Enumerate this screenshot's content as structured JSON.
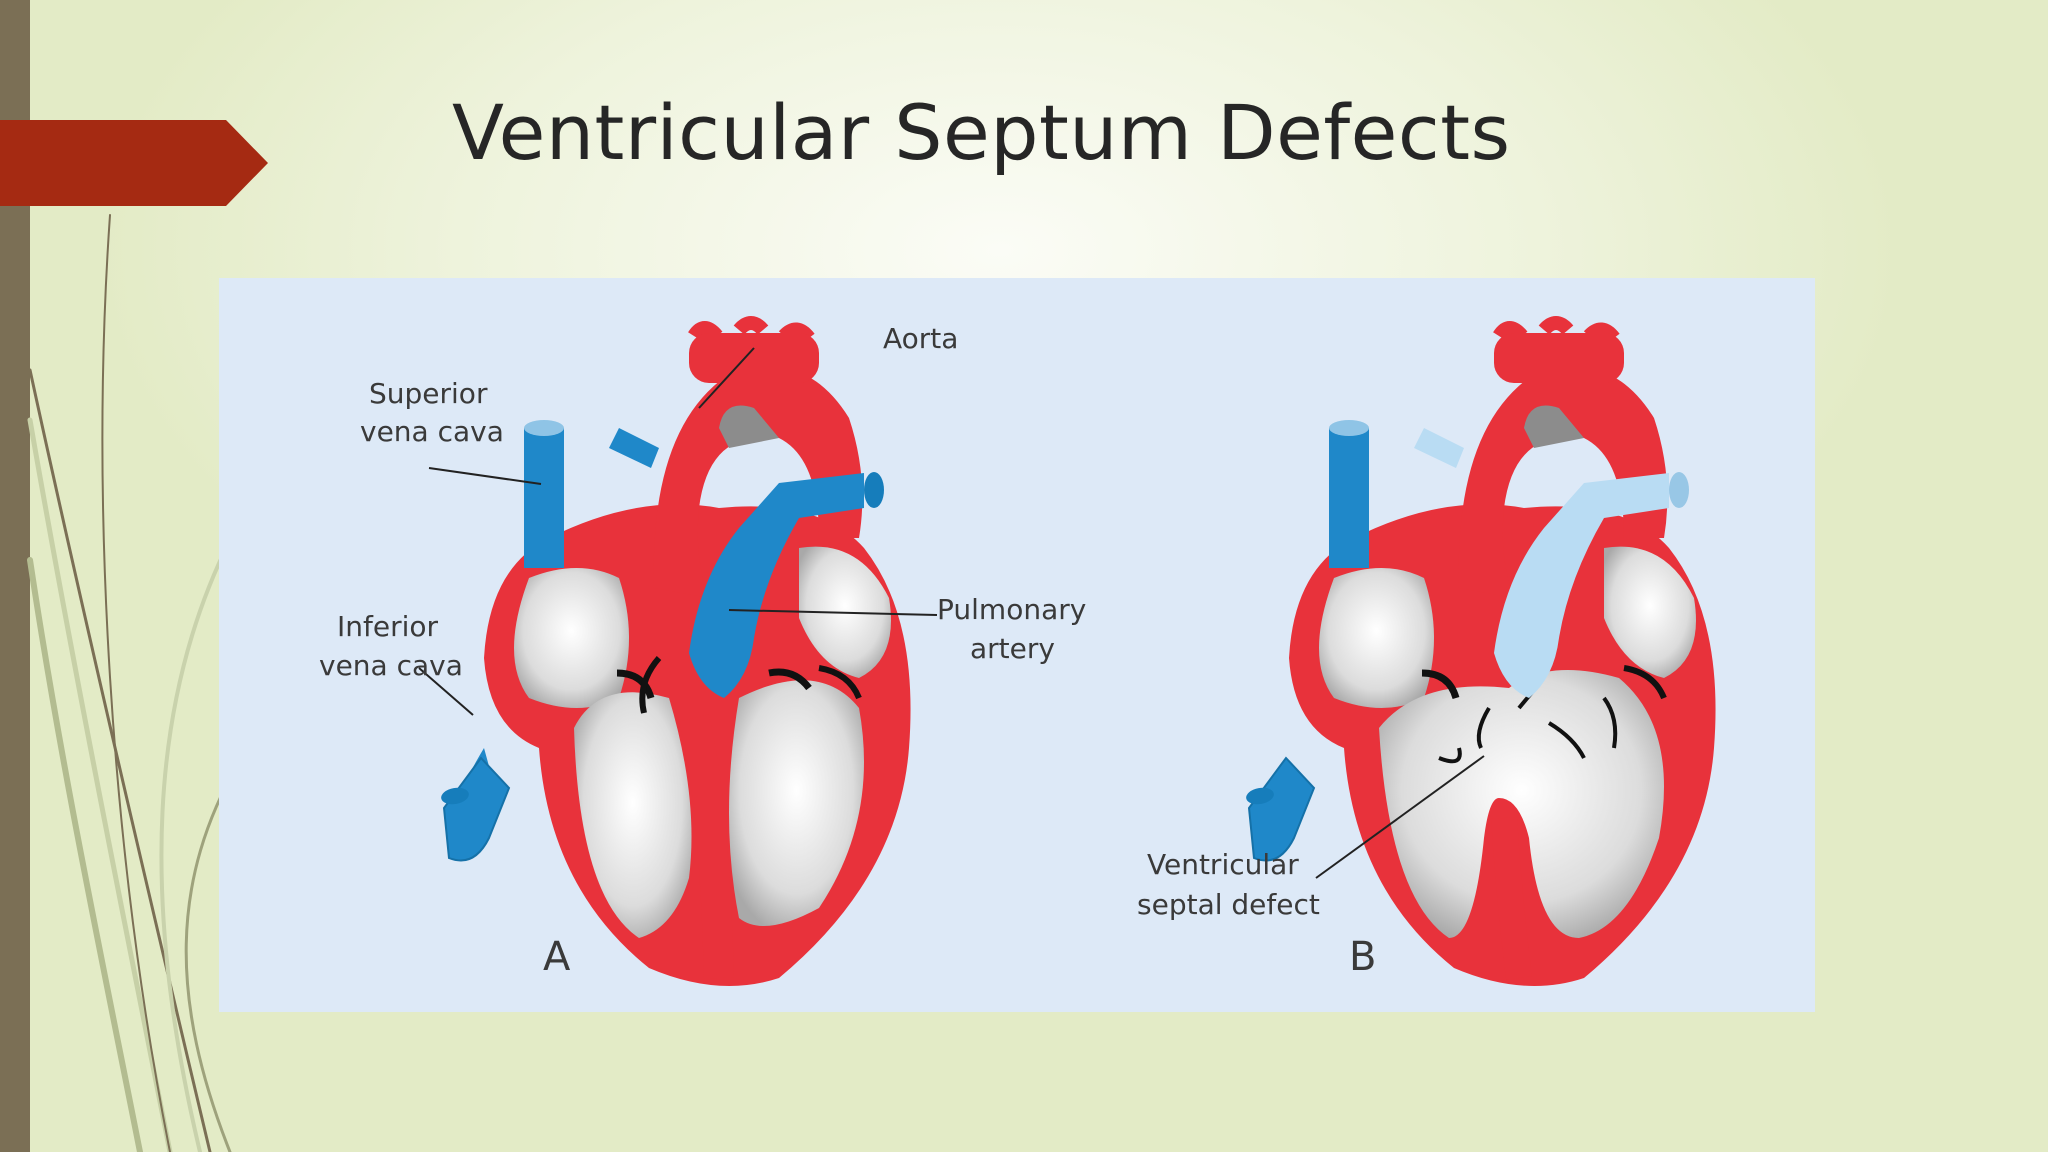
{
  "slide": {
    "title": "Ventricular Septum Defects"
  },
  "figure": {
    "panel_a_letter": "A",
    "panel_b_letter": "B",
    "labels": {
      "aorta": "Aorta",
      "superior_vena_cava_1": "Superior",
      "superior_vena_cava_2": "vena cava",
      "inferior_vena_cava_1": "Inferior",
      "inferior_vena_cava_2": "vena cava",
      "pulmonary_artery_1": "Pulmonary",
      "pulmonary_artery_2": "artery",
      "vsd_1": "Ventricular",
      "vsd_2": "septal defect"
    }
  },
  "colors": {
    "accent_tag": "#a52a12",
    "side_bar": "#7b6f55",
    "heart_red": "#e8323b",
    "vein_blue": "#1f88c9",
    "light_blue": "#b9dcf3",
    "figure_bg": "#dde9f7"
  }
}
